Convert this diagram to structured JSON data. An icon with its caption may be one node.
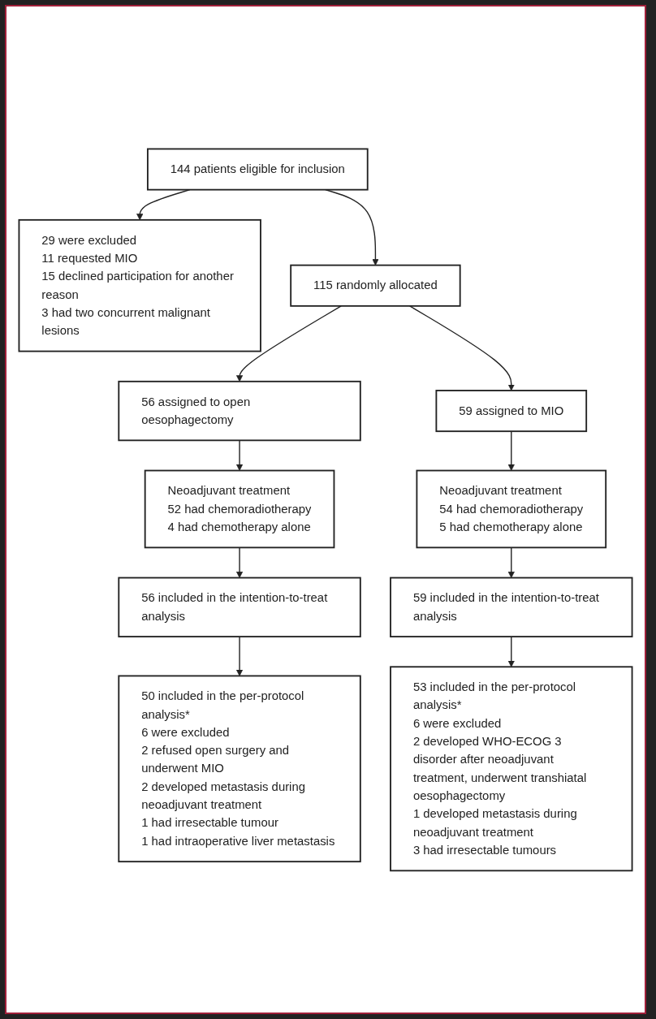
{
  "diagram": {
    "nodes": [
      {
        "text": [
          "144 patients eligible for inclusion"
        ]
      },
      {
        "text": [
          "29 were excluded",
          "11 requested MIO",
          "15 declined participation for another reason",
          "3 had two concurrent malignant lesions"
        ]
      },
      {
        "text": [
          "115 randomly allocated"
        ]
      },
      {
        "text": [
          "56 assigned to open oesophagectomy"
        ]
      },
      {
        "text": [
          "59 assigned to MIO"
        ]
      },
      {
        "text": [
          "Neoadjuvant treatment",
          "52 had chemoradiotherapy",
          "4 had chemotherapy alone"
        ]
      },
      {
        "text": [
          "Neoadjuvant treatment",
          "54 had chemoradiotherapy",
          "5 had chemotherapy alone"
        ]
      },
      {
        "text": [
          "56 included in the intention-to-treat analysis"
        ]
      },
      {
        "text": [
          "59 included in the intention-to-treat analysis"
        ]
      },
      {
        "text": [
          "50 included in the per-protocol analysis*",
          "6 were excluded",
          "2 refused open surgery and underwent MIO",
          "2 developed metastasis during neoadjuvant treatment",
          "1 had irresectable tumour",
          "1 had intraoperative liver metastasis"
        ]
      },
      {
        "text": [
          "53 included in the per-protocol analysis*",
          "6 were excluded",
          "2 developed WHO-ECOG 3 disorder after neoadjuvant treatment, underwent transhiatal oesophagectomy",
          "1 developed metastasis during neoadjuvant treatment",
          "3 had irresectable tumours"
        ]
      }
    ],
    "edges": [
      {
        "from": 0,
        "to": 1,
        "arrow": "to"
      },
      {
        "from": 0,
        "to": 2,
        "arrow": "to"
      },
      {
        "from": 2,
        "to": 3,
        "arrow": "to"
      },
      {
        "from": 2,
        "to": 4,
        "arrow": "to"
      },
      {
        "from": 3,
        "to": 5,
        "arrow": "to"
      },
      {
        "from": 4,
        "to": 6,
        "arrow": "to"
      },
      {
        "from": 5,
        "to": 7,
        "arrow": "to"
      },
      {
        "from": 6,
        "to": 8,
        "arrow": "to"
      },
      {
        "from": 7,
        "to": 9,
        "arrow": "to"
      },
      {
        "from": 8,
        "to": 10,
        "arrow": "to"
      }
    ]
  }
}
